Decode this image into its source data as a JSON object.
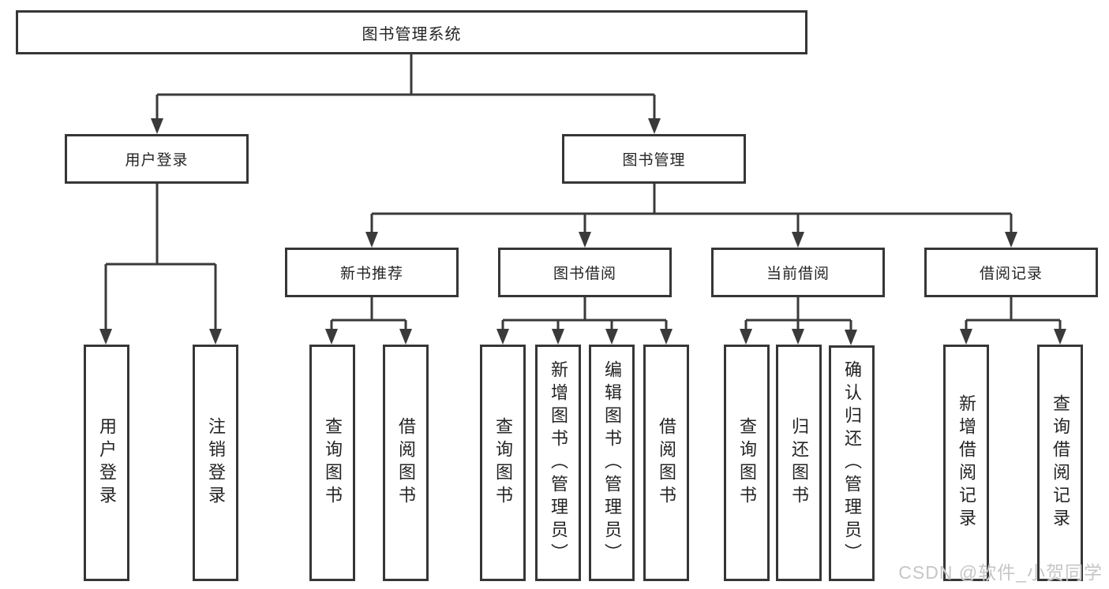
{
  "diagram": {
    "root": {
      "label": "图书管理系统"
    },
    "level2": [
      {
        "label": "用户登录"
      },
      {
        "label": "图书管理"
      }
    ],
    "level3": [
      {
        "label": "新书推荐",
        "parent": "图书管理"
      },
      {
        "label": "图书借阅",
        "parent": "图书管理"
      },
      {
        "label": "当前借阅",
        "parent": "图书管理"
      },
      {
        "label": "借阅记录",
        "parent": "图书管理"
      }
    ],
    "leaves": [
      {
        "label": "用户登录",
        "parent": "用户登录"
      },
      {
        "label": "注销登录",
        "parent": "用户登录"
      },
      {
        "label": "查询图书",
        "parent": "新书推荐"
      },
      {
        "label": "借阅图书",
        "parent": "新书推荐"
      },
      {
        "label": "查询图书",
        "parent": "图书借阅"
      },
      {
        "label": "新增图书（管理员）",
        "parent": "图书借阅"
      },
      {
        "label": "编辑图书（管理员）",
        "parent": "图书借阅"
      },
      {
        "label": "借阅图书",
        "parent": "图书借阅"
      },
      {
        "label": "查询图书",
        "parent": "当前借阅"
      },
      {
        "label": "归还图书",
        "parent": "当前借阅"
      },
      {
        "label": "确认归还（管理员）",
        "parent": "当前借阅"
      },
      {
        "label": "新增借阅记录",
        "parent": "借阅记录"
      },
      {
        "label": "查询借阅记录",
        "parent": "借阅记录"
      }
    ]
  },
  "watermark": {
    "text": "CSDN @软件_小贺同学"
  },
  "colors": {
    "line": "#3a3a3a",
    "border": "#363636",
    "text": "#242424",
    "box_background": "#ffffff",
    "watermark": "#c6c6c6"
  }
}
